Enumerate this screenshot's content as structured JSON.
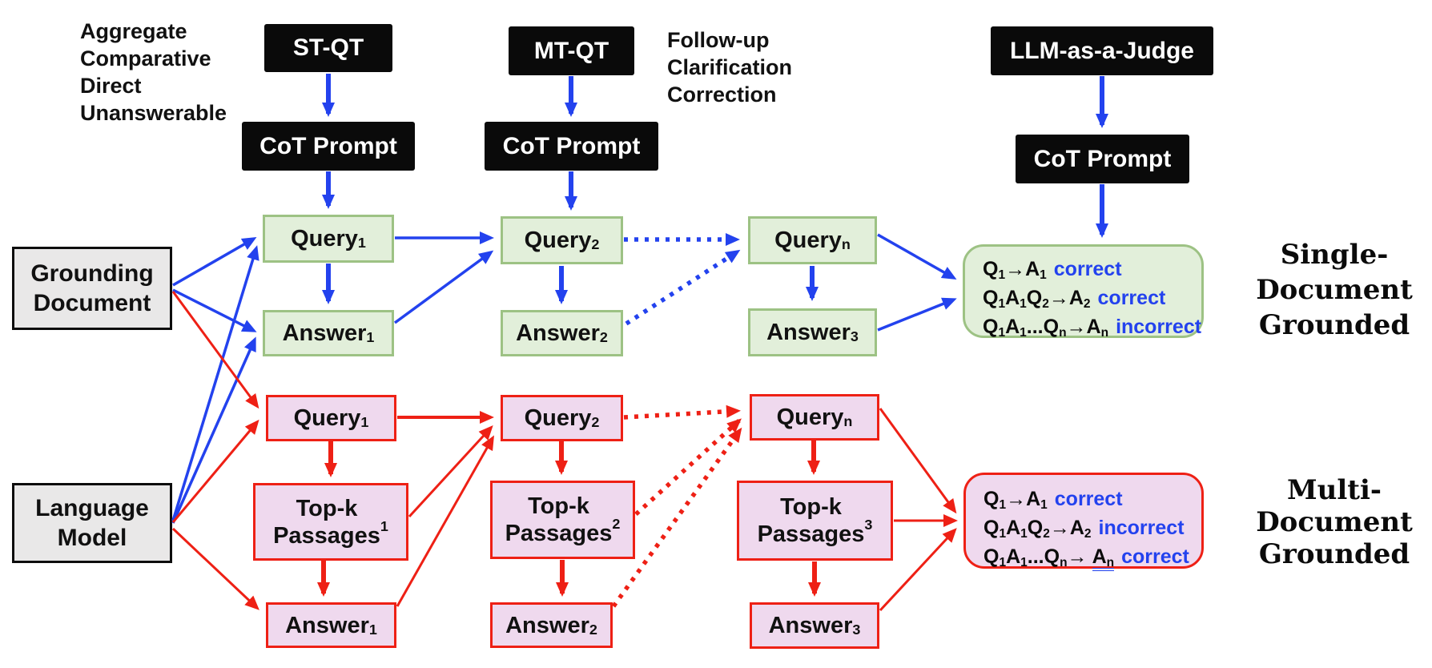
{
  "palette": {
    "blue": "#2342ee",
    "red": "#ee2015",
    "green_fill": "#e2efda",
    "green_border": "#9dc284",
    "pink_fill": "#efd9ee",
    "black_fill": "#0a0a0a",
    "gray_fill": "#e9e8e8"
  },
  "annotations": {
    "question_types": "Aggregate\nComparative\nDirect\nUnanswerable",
    "followup_types": "Follow-up\nClarification\nCorrection"
  },
  "black_boxes": {
    "st_qt": "ST-QT",
    "mt_qt": "MT-QT",
    "llm_judge": "LLM-as-a-Judge",
    "cot_prompt_1": "CoT Prompt",
    "cot_prompt_2": "CoT Prompt",
    "cot_prompt_3": "CoT Prompt"
  },
  "sources": {
    "grounding_document": "Grounding\nDocument",
    "language_model": "Language\nModel"
  },
  "single_doc": {
    "label": "Single-\nDocument\nGrounded",
    "query1": "Query_1",
    "answer1": "Answer_1",
    "query2": "Query_2",
    "answer2": "Answer_2",
    "queryn": "Query_n",
    "answer3": "Answer_3",
    "judge": [
      {
        "formula": "Q_1→A_1",
        "verdict": "correct"
      },
      {
        "formula": "Q_1A_1Q_2→A_2",
        "verdict": "correct"
      },
      {
        "formula": "Q_1A_1...Q_n→A_n",
        "verdict": "incorrect"
      }
    ]
  },
  "multi_doc": {
    "label": "Multi-\nDocument\nGrounded",
    "query1": "Query_1",
    "topk1": "Top-k\nPassages_1",
    "answer1": "Answer_1",
    "query2": "Query_2",
    "topk2": "Top-k\nPassages_2",
    "answer2": "Answer_2",
    "queryn": "Query_n",
    "topk3": "Top-k\nPassages_3",
    "answer3": "Answer_3",
    "judge": [
      {
        "formula": "Q_1→A_1",
        "verdict": "correct"
      },
      {
        "formula": "Q_1A_1Q_2→A_2",
        "verdict": "incorrect"
      },
      {
        "formula": "Q_1A_1...Q_n→ [A_n]",
        "verdict": "correct"
      }
    ]
  }
}
